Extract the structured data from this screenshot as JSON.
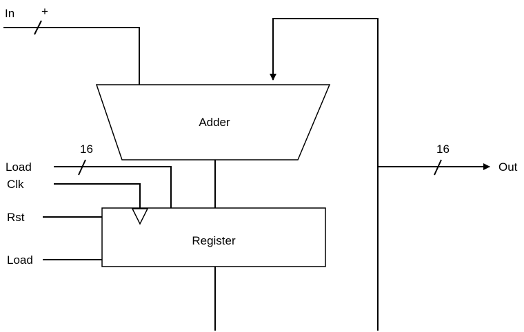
{
  "diagram": {
    "input": {
      "label": "In",
      "sign": "+"
    },
    "adder": {
      "label": "Adder"
    },
    "register": {
      "label": "Register"
    },
    "signals": {
      "load_top": "Load",
      "clk": "Clk",
      "rst": "Rst",
      "load_bottom": "Load"
    },
    "output": {
      "label": "Out",
      "width": "16"
    },
    "bus_width_load": "16",
    "colors": {
      "line": "#000000",
      "background": "#ffffff"
    }
  }
}
